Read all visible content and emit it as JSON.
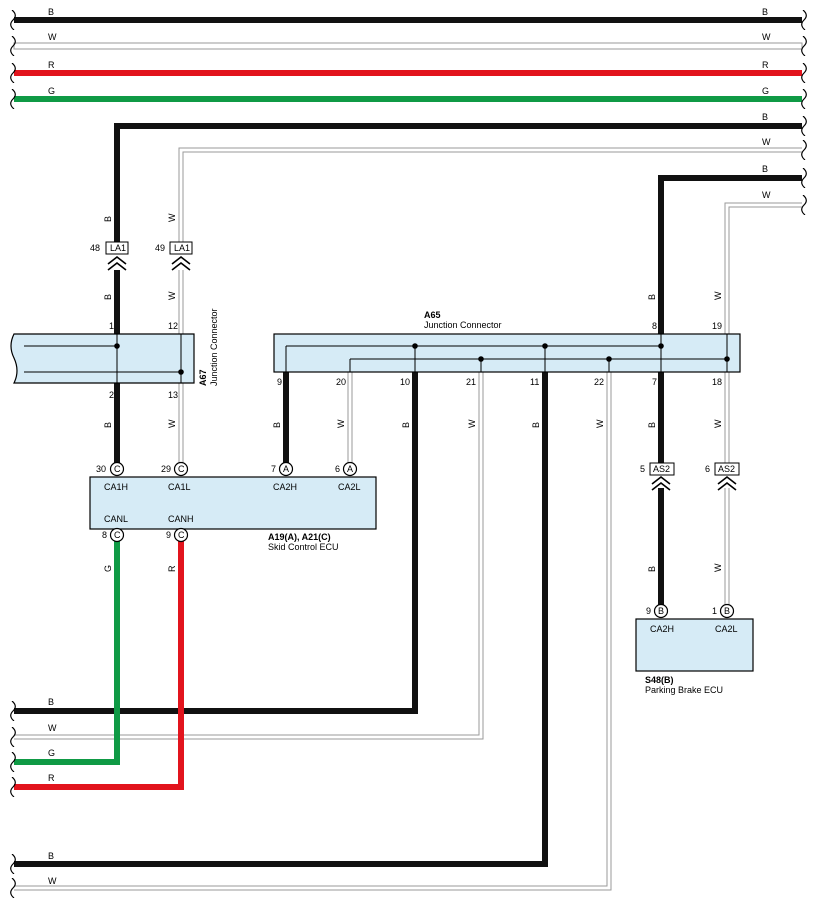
{
  "colors": {
    "B": "#111111",
    "W": "#ffffff",
    "R": "#e2141d",
    "G": "#0f9a45",
    "box_fill": "#d6ebf6",
    "white_wire_outline": "#9a9a9a"
  },
  "top_bus": {
    "wires": [
      {
        "label_left": "B",
        "label_right": "B",
        "color": "B"
      },
      {
        "label_left": "W",
        "label_right": "W",
        "color": "W"
      },
      {
        "label_left": "R",
        "label_right": "R",
        "color": "R"
      },
      {
        "label_left": "G",
        "label_right": "G",
        "color": "G"
      }
    ]
  },
  "right_wires": [
    {
      "label": "B",
      "color": "B"
    },
    {
      "label": "W",
      "color": "W"
    },
    {
      "label": "B",
      "color": "B"
    },
    {
      "label": "W",
      "color": "W"
    }
  ],
  "bottom_wires": [
    {
      "label": "B",
      "color": "B"
    },
    {
      "label": "W",
      "color": "W"
    },
    {
      "label": "G",
      "color": "G"
    },
    {
      "label": "R",
      "color": "R"
    },
    {
      "label": "B",
      "color": "B"
    },
    {
      "label": "W",
      "color": "W"
    }
  ],
  "a67": {
    "code": "A67",
    "name": "Junction Connector",
    "pins": {
      "p1": "1",
      "p12": "12",
      "p2": "2",
      "p13": "13"
    }
  },
  "a65": {
    "code": "A65",
    "name": "Junction Connector",
    "pins": {
      "p8": "8",
      "p19": "19",
      "p9": "9",
      "p20": "20",
      "p10": "10",
      "p21": "21",
      "p11": "11",
      "p22": "22",
      "p7": "7",
      "p18": "18"
    }
  },
  "la1": {
    "label": "LA1",
    "pins": [
      {
        "num": "48",
        "wire_above": "B",
        "wire_below": "B"
      },
      {
        "num": "49",
        "wire_above": "W",
        "wire_below": "W"
      }
    ]
  },
  "as2": {
    "label": "AS2",
    "pins": [
      {
        "num": "5",
        "wire_below": "B"
      },
      {
        "num": "6",
        "wire_below": "W"
      }
    ]
  },
  "a65_wire_labels": {
    "w8": "B",
    "w19": "W",
    "w9": "B",
    "w20": "W",
    "w10": "B",
    "w21": "W",
    "w11": "B",
    "w22": "W",
    "w7": "B",
    "w18": "W"
  },
  "a67_wire_labels": {
    "w2": "B",
    "w13": "W"
  },
  "skid_ecu": {
    "code": "A19(A), A21(C)",
    "name": "Skid Control ECU",
    "top_pins": [
      {
        "num": "30",
        "conn": "C",
        "label": "CA1H"
      },
      {
        "num": "29",
        "conn": "C",
        "label": "CA1L"
      },
      {
        "num": "7",
        "conn": "A",
        "label": "CA2H"
      },
      {
        "num": "6",
        "conn": "A",
        "label": "CA2L"
      }
    ],
    "bottom_pins": [
      {
        "num": "8",
        "conn": "C",
        "label": "CANL",
        "wire": "G"
      },
      {
        "num": "9",
        "conn": "C",
        "label": "CANH",
        "wire": "R"
      }
    ]
  },
  "parking_ecu": {
    "code": "S48(B)",
    "name": "Parking Brake ECU",
    "pins": [
      {
        "num": "9",
        "conn": "B",
        "label": "CA2H"
      },
      {
        "num": "1",
        "conn": "B",
        "label": "CA2L"
      }
    ]
  }
}
